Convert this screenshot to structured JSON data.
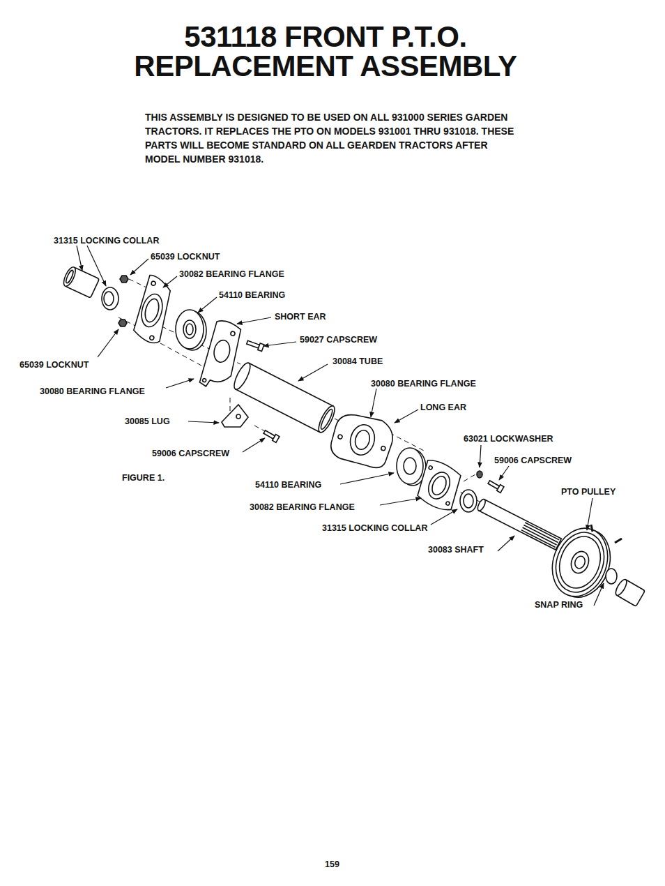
{
  "diagram": {
    "title": "531118 FRONT P.T.O. REPLACEMENT ASSEMBLY",
    "caption": "FIGURE 1.",
    "labels": [
      "THIS ASSEMBLY IS DESIGNED TO BE USED ON ALL 931000 SERIES GARDEN TRACTORS. IT REPLACES THE PTO ON MODELS 931001 THRU 931018. THESE PARTS WILL BECOME STANDARD ON ALL GEARDEN TRACTORS AFTER MODEL NUMBER 931018.",
      "31315 LOCKING COLLAR",
      "65039 LOCKNUT",
      "30082 BEARING FLANGE",
      "54110 BEARING",
      "SHORT EAR",
      "59027 CAPSCREW",
      "65039 LOCKNUT",
      "30084 TUBE",
      "30080 BEARING FLANGE",
      "30080 BEARING FLANGE",
      "LONG EAR",
      "30085 LUG",
      "63021 LOCKWASHER",
      "59006 CAPSCREW",
      "59006 CAPSCREW",
      "PTO PULLEY",
      "54110 BEARING",
      "30082 BEARING FLANGE",
      "31315 LOCKING COLLAR",
      "30083 SHAFT",
      "SNAP RING",
      "159"
    ]
  }
}
